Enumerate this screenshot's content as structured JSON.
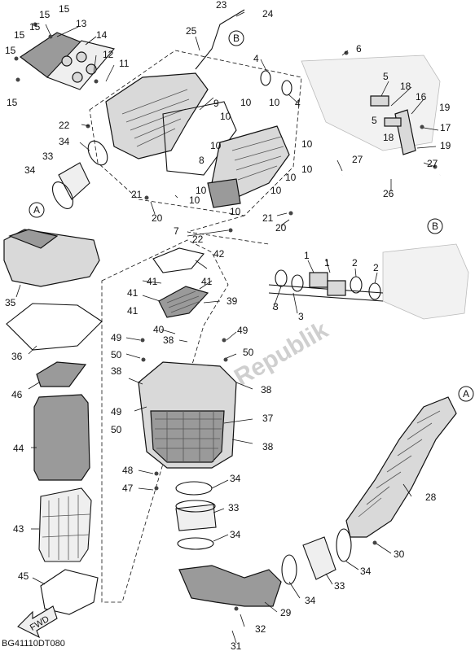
{
  "diagram": {
    "code": "BG41110DT080",
    "watermark": "Parts Republik",
    "ref_markers": [
      "A",
      "B"
    ],
    "fwd_label": "FWD",
    "callouts": [
      "1",
      "2",
      "3",
      "4",
      "5",
      "6",
      "7",
      "8",
      "9",
      "10",
      "11",
      "12",
      "13",
      "14",
      "15",
      "16",
      "17",
      "18",
      "19",
      "20",
      "21",
      "22",
      "23",
      "24",
      "25",
      "26",
      "27",
      "28",
      "29",
      "30",
      "31",
      "32",
      "33",
      "34",
      "35",
      "36",
      "37",
      "38",
      "39",
      "40",
      "41",
      "42",
      "43",
      "44",
      "45",
      "46",
      "47",
      "48",
      "49",
      "50"
    ]
  }
}
